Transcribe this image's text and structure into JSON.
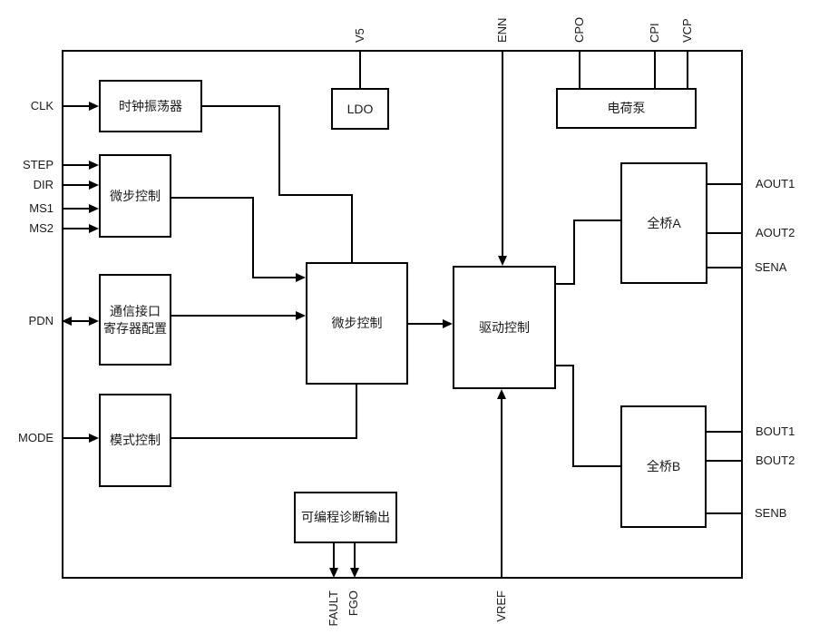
{
  "blocks": {
    "clock_oscillator": "时钟振荡器",
    "microstep_left": "微步控制",
    "comm_interface_line1": "通信接口",
    "comm_interface_line2": "寄存器配置",
    "mode_control": "模式控制",
    "ldo": "LDO",
    "microstep_main": "微步控制",
    "drive_control": "驱动控制",
    "diag_output": "可编程诊断输出",
    "charge_pump": "电荷泵",
    "bridge_a": "全桥A",
    "bridge_b": "全桥B"
  },
  "pins": {
    "left": [
      "CLK",
      "STEP",
      "DIR",
      "MS1",
      "MS2",
      "PDN",
      "MODE"
    ],
    "top": [
      "V5",
      "ENN",
      "CPO",
      "CPI",
      "VCP"
    ],
    "right": [
      "AOUT1",
      "AOUT2",
      "SENA",
      "BOUT1",
      "BOUT2",
      "SENB"
    ],
    "bottom": [
      "FAULT",
      "FGO",
      "VREF"
    ]
  },
  "colors": {
    "line": "#000000",
    "background": "#ffffff",
    "text": "#1a1a1a"
  }
}
